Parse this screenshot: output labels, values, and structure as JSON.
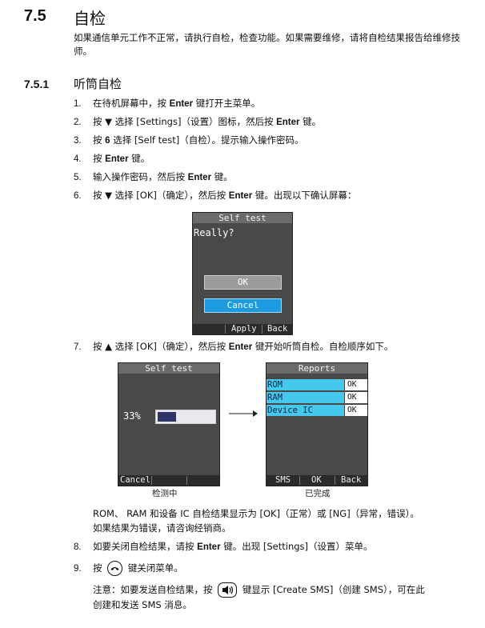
{
  "section": {
    "number": "7.5",
    "title": "自检",
    "intro": "如果通信单元工作不正常，请执行自检，检查功能。如果需要维修，请将自检结果报告给维修技师。"
  },
  "subsection": {
    "number": "7.5.1",
    "title": "听筒自检"
  },
  "steps": [
    {
      "num": "1.",
      "a": "在待机屏幕中，按 ",
      "b": "Enter",
      "c": " 键打开主菜单。"
    },
    {
      "num": "2.",
      "a": "按 ▼ 选择 [Settings]（设置）图标，然后按 ",
      "b": "Enter",
      "c": " 键。"
    },
    {
      "num": "3.",
      "a": "按 ",
      "b": "6",
      "c": " 选择 [Self test]（自检）。提示输入操作密码。"
    },
    {
      "num": "4.",
      "a": "按 ",
      "b": "Enter",
      "c": " 键。"
    },
    {
      "num": "5.",
      "a": "输入操作密码，然后按 ",
      "b": "Enter",
      "c": " 键。"
    },
    {
      "num": "6.",
      "a": "按 ▼ 选择 [OK]（确定），然后按 ",
      "b": "Enter",
      "c": " 键。出现以下确认屏幕："
    }
  ],
  "screen_confirm": {
    "title": "Self test",
    "prompt": "Really?",
    "ok": "OK",
    "cancel": "Cancel",
    "soft_apply": "Apply",
    "soft_back": "Back"
  },
  "step7": {
    "num": "7.",
    "a": "按 ▲ 选择 [OK]（确定），然后按 ",
    "b": "Enter",
    "c": " 键开始听筒自检。自检顺序如下。"
  },
  "screen_progress": {
    "title": "Self test",
    "percent_label": "33%",
    "progress": 0.33,
    "soft_cancel": "Cancel",
    "caption": "检测中"
  },
  "screen_reports": {
    "title": "Reports",
    "rows": [
      {
        "name": "ROM",
        "result": "OK"
      },
      {
        "name": "RAM",
        "result": "OK"
      },
      {
        "name": "Device IC",
        "result": "OK"
      }
    ],
    "soft_sms": "SMS",
    "soft_ok": "OK",
    "soft_back": "Back",
    "caption": "已完成"
  },
  "result_note": {
    "line1": "ROM、 RAM 和设备 IC 自检结果显示为 [OK]（正常）或 [NG]（异常，错误）。",
    "line2": "如果结果为错误，请咨询经销商。"
  },
  "step8": {
    "num": "8.",
    "a": "如要关闭自检结果，请按 ",
    "b": "Enter",
    "c": " 键。出现 [Settings]（设置）菜单。"
  },
  "step9": {
    "num": "9.",
    "a": "按",
    "c": "键关闭菜单。"
  },
  "note": {
    "a": "注意：如要发送自检结果，按",
    "b": "键显示 [Create SMS]（创建 SMS），可在此",
    "line2": "创建和发送 SMS 消息。"
  },
  "colors": {
    "lcd_bg": "#494949",
    "title_bar": "#6b6b6b",
    "highlight": "#1e9be0",
    "report_cell": "#45c7ee"
  }
}
